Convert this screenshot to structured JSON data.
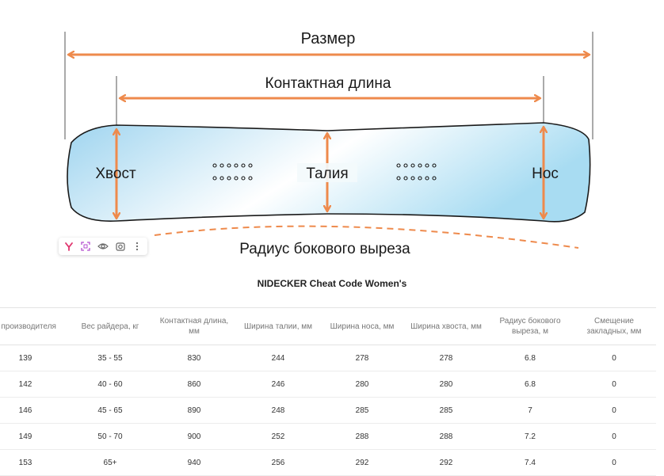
{
  "diagram": {
    "labels": {
      "size": "Размер",
      "contact_length": "Контактная длина",
      "tail": "Хвост",
      "waist": "Талия",
      "nose": "Нос",
      "sidecut_radius": "Радиус бокового выреза"
    },
    "colors": {
      "arrow": "#ee8a4c",
      "board_fill_left": "#9fd6f0",
      "board_fill_mid": "#ffffff",
      "board_outline": "#1a1a1a",
      "guide_line": "#444444"
    }
  },
  "toolbar": {
    "icons": [
      "y-filter-icon",
      "screenshot-icon",
      "eye-icon",
      "camera-icon",
      "more-icon"
    ]
  },
  "table": {
    "title": "NIDECKER Cheat Code Women's",
    "headers": [
      "р производителя",
      "Вес райдера, кг",
      "Контактная длина, мм",
      "Ширина талии, мм",
      "Ширина носа, мм",
      "Ширина хвоста, мм",
      "Радиус бокового выреза, м",
      "Смещение закладных, мм"
    ],
    "rows": [
      [
        "139",
        "35 - 55",
        "830",
        "244",
        "278",
        "278",
        "6.8",
        "0"
      ],
      [
        "142",
        "40 - 60",
        "860",
        "246",
        "280",
        "280",
        "6.8",
        "0"
      ],
      [
        "146",
        "45 - 65",
        "890",
        "248",
        "285",
        "285",
        "7",
        "0"
      ],
      [
        "149",
        "50 - 70",
        "900",
        "252",
        "288",
        "288",
        "7.2",
        "0"
      ],
      [
        "153",
        "65+",
        "940",
        "256",
        "292",
        "292",
        "7.4",
        "0"
      ]
    ]
  }
}
